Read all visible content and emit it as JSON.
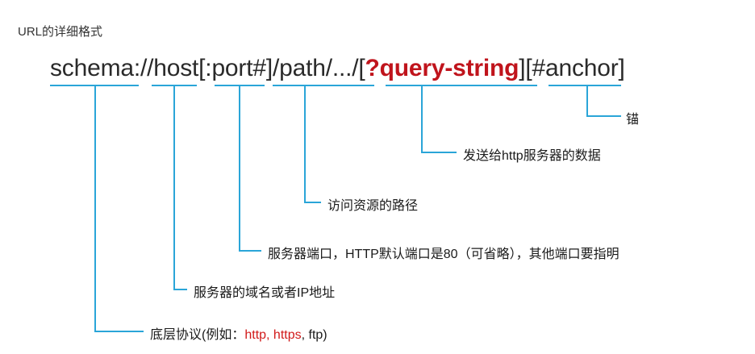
{
  "title": "URL的详细格式",
  "url": {
    "schema": "schema",
    "sep1": "://",
    "host": "host",
    "port": "[:port#]",
    "path": "/path/.../",
    "query_open": "[",
    "query": "?query-string",
    "query_close": "]",
    "anchor": "[#anchor]"
  },
  "labels": {
    "anchor": "锚",
    "query": "发送给http服务器的数据",
    "path": "访问资源的路径",
    "port": "服务器端口，HTTP默认端口是80（可省略），其他端口要指明",
    "host": "服务器的域名或者IP地址",
    "schema_prefix": "底层协议(例如：",
    "schema_http": "http",
    "schema_comma1": ", ",
    "schema_https": "https",
    "schema_suffix": ", ftp)"
  },
  "colors": {
    "line": "#2aa5d8",
    "highlight": "#c0141c"
  }
}
